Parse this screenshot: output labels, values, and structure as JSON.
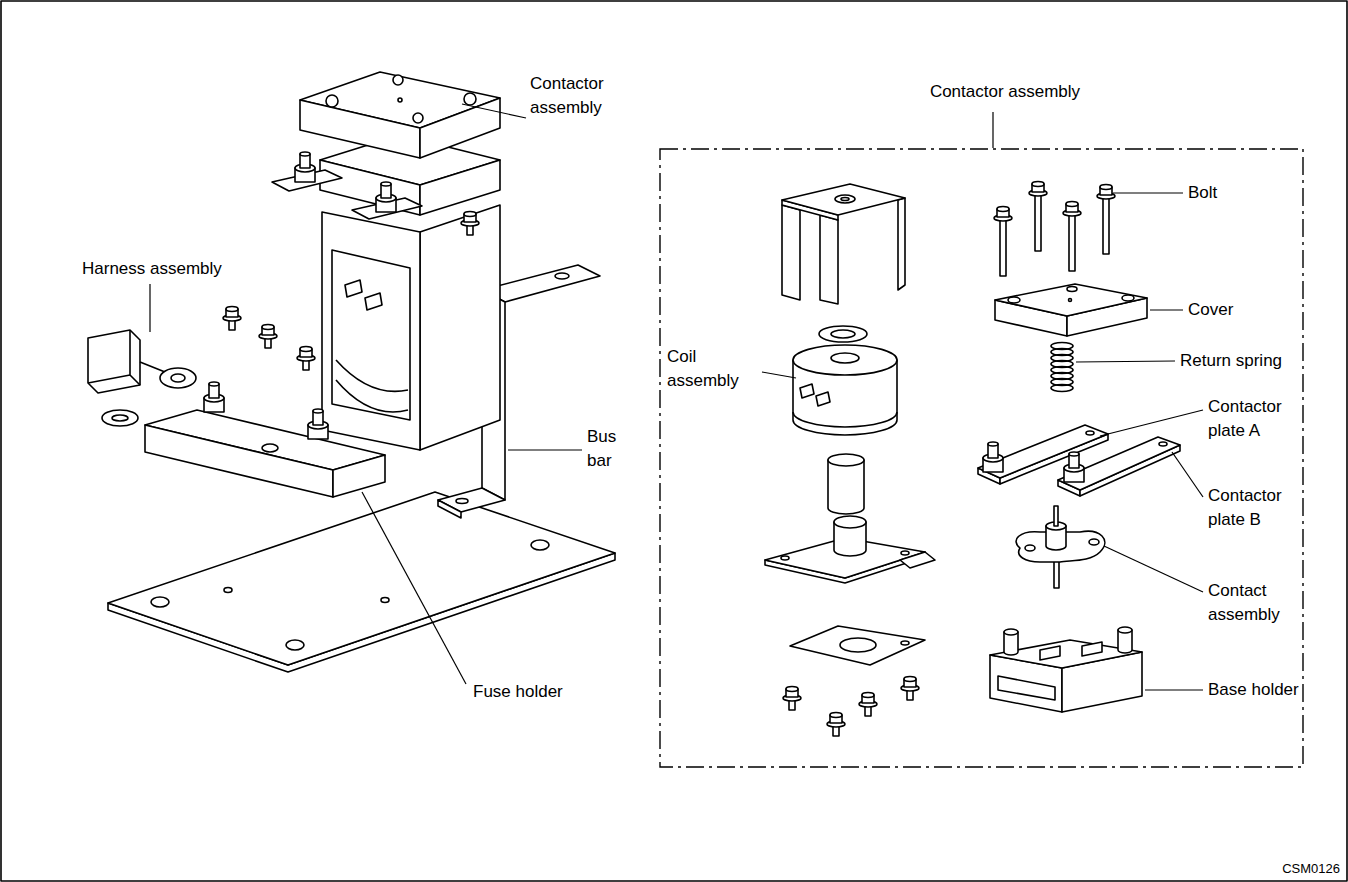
{
  "diagram": {
    "nodes": [
      {
        "text": [
          "Contactor assembly"
        ]
      }
    ],
    "labels": [
      "Contactor assembly",
      "Harness assembly",
      "Bus bar",
      "Fuse holder",
      "Bolt",
      "Cover",
      "Return spring",
      "Contactor plate A",
      "Contactor plate B",
      "Coil assembly",
      "Contact assembly",
      "Base holder",
      "CSM0126"
    ]
  }
}
